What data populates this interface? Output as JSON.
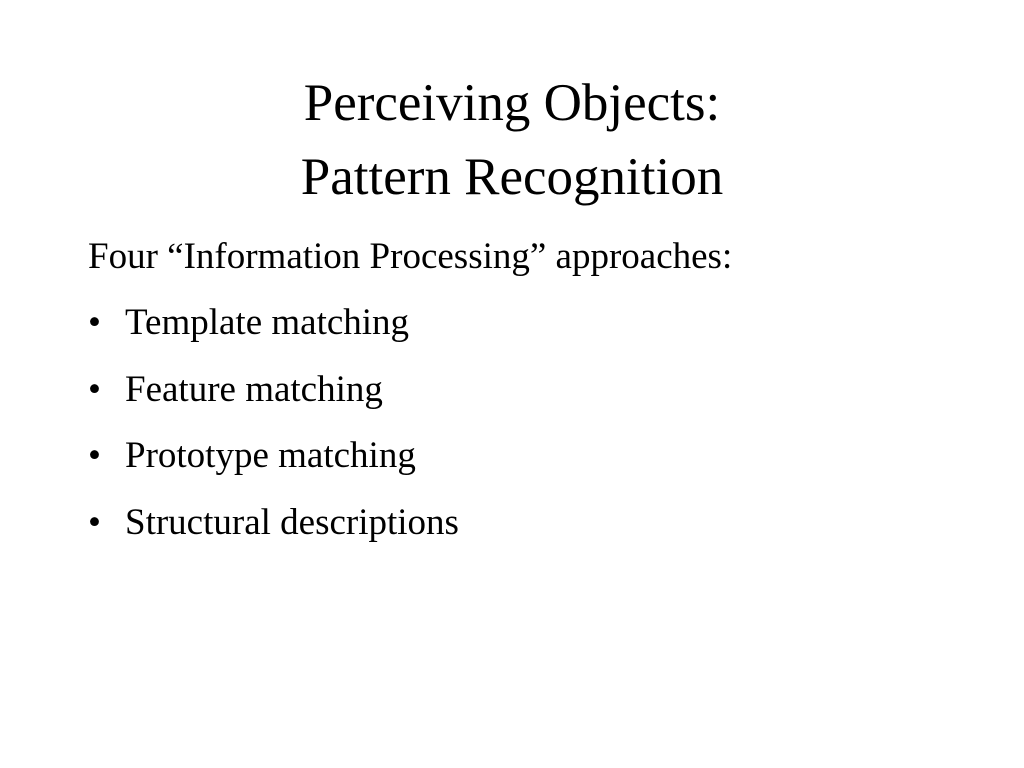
{
  "slide": {
    "title_line1": "Perceiving Objects:",
    "title_line2": "Pattern Recognition",
    "intro": "Four “Information Processing” approaches:",
    "bullet_glyph": "•",
    "bullets": [
      "Template matching",
      "Feature matching",
      "Prototype matching",
      "Structural descriptions"
    ]
  }
}
